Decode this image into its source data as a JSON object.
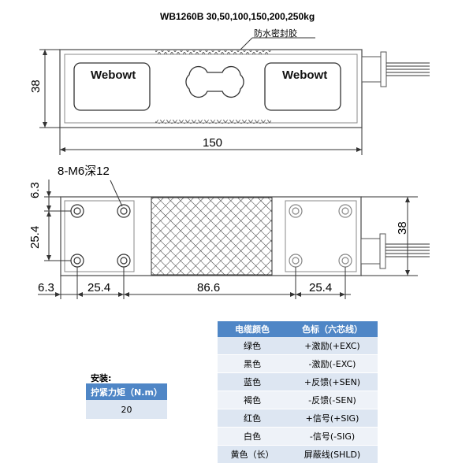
{
  "title": "WB1260B 30,50,100,150,200,250kg",
  "seal_label": "防水密封胶",
  "brand_left": "Webowt",
  "brand_right": "Webowt",
  "dims_top": {
    "height": "38",
    "length": "150"
  },
  "dims_bottom": {
    "hole_callout": "8-M6深12",
    "top_offset": "6.3",
    "hole_spacing_v": "25.4",
    "height": "38",
    "left_offset": "6.3",
    "hole_spacing_left": "25.4",
    "center_span": "86.6",
    "hole_spacing_right": "25.4"
  },
  "wire_table": {
    "headers": [
      "电缆颜色",
      "色标（六芯线）"
    ],
    "rows": [
      [
        "绿色",
        "+激励(+EXC)"
      ],
      [
        "黑色",
        "-激励(-EXC)"
      ],
      [
        "蓝色",
        "+反馈(+SEN)"
      ],
      [
        "褐色",
        "-反馈(-SEN)"
      ],
      [
        "红色",
        "+信号(+SIG)"
      ],
      [
        "白色",
        "-信号(-SIG)"
      ],
      [
        "黄色（长）",
        "屏蔽线(SHLD)"
      ]
    ]
  },
  "install": {
    "label": "安装:",
    "header": "拧紧力矩（N.m）",
    "value": "20"
  },
  "colors": {
    "table_header": "#4f86c6",
    "row_light": "#dde6f2",
    "row_lighter": "#eef2f8",
    "line": "#555555"
  },
  "icons": [
    "bolt-hole-icon",
    "cable-icon",
    "dog-bone-icon"
  ]
}
